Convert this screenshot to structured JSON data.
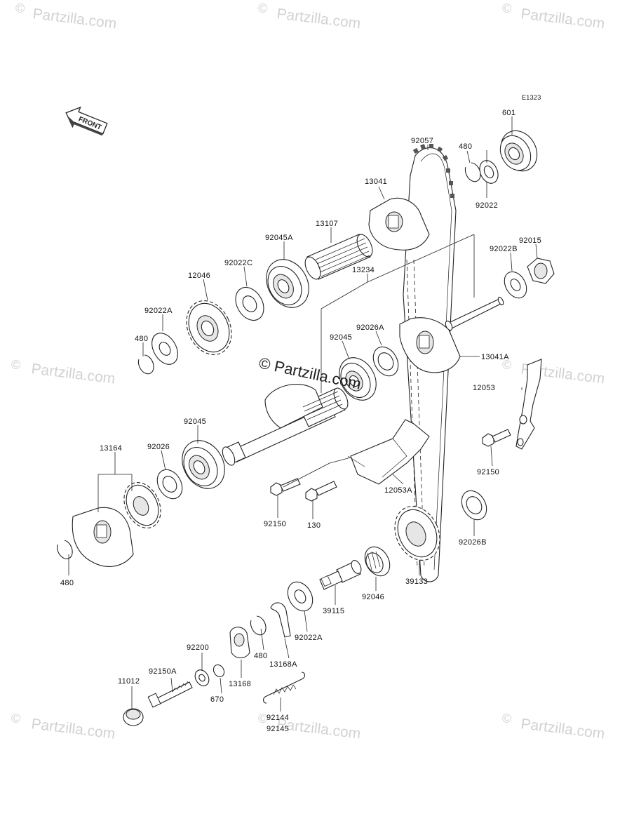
{
  "watermark": {
    "site": "Partzilla.com",
    "copyright": "©",
    "center": "© Partzilla.com"
  },
  "diagram_code": "E1323",
  "front_label": "FRONT",
  "labels": {
    "p601": "601",
    "p92057": "92057",
    "p480_top": "480",
    "p92022": "92022",
    "p13041": "13041",
    "p13107": "13107",
    "p92045A": "92045A",
    "p92015": "92015",
    "p92022B": "92022B",
    "p92022C": "92022C",
    "p13234": "13234",
    "p12046": "12046",
    "p92026A": "92026A",
    "p92022A_left": "92022A",
    "p92045_mid": "92045",
    "p13041A": "13041A",
    "p480_left": "480",
    "p12053": "12053",
    "p92045_low": "92045",
    "p13164": "13164",
    "p92026": "92026",
    "p92150_right": "92150",
    "p12053A": "12053A",
    "p92150_mid": "92150",
    "p130": "130",
    "p92026B": "92026B",
    "p480_bottomleft": "480",
    "p39133": "39133",
    "p92046": "92046",
    "p39115": "39115",
    "p92022A_low": "92022A",
    "p92200": "92200",
    "p480_low": "480",
    "p13168A": "13168A",
    "p92150A": "92150A",
    "p11012": "11012",
    "p670": "670",
    "p13168": "13168",
    "p92144": "92144",
    "p92145": "92145"
  }
}
